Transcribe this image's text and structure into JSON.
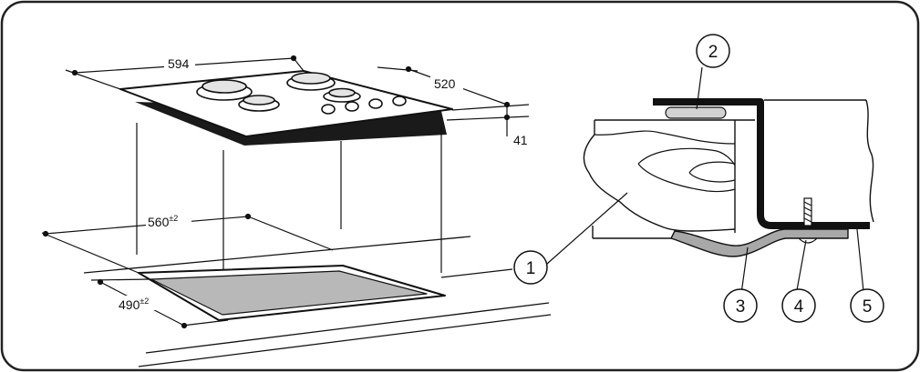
{
  "dimensions": {
    "width_label": "594",
    "depth_label": "520",
    "height_label": "41",
    "cutout_width": {
      "value": "560",
      "tolerance": "±2"
    },
    "cutout_depth": {
      "value": "490",
      "tolerance": "±2"
    }
  },
  "callouts": [
    "1",
    "2",
    "3",
    "4",
    "5"
  ],
  "colors": {
    "line": "#111111",
    "fill_dark": "#1a1a1a",
    "cutout_fill": "#b8b8b8",
    "bracket_fill": "#a8a8a8",
    "seal_fill": "#d2d2d2"
  }
}
